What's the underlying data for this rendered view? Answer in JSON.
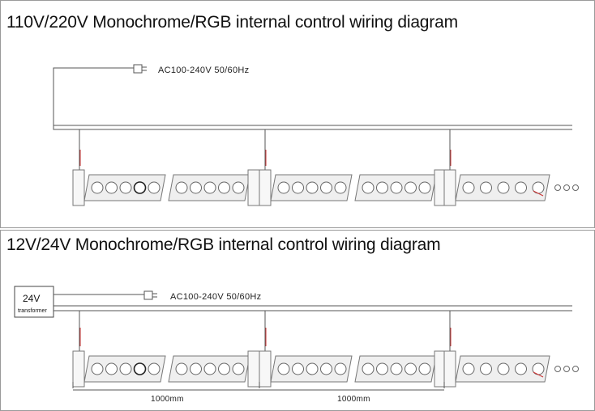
{
  "top_diagram": {
    "title": "110V/220V Monochrome/RGB internal control wiring diagram",
    "power_label": "AC100-240V 50/60Hz"
  },
  "bottom_diagram": {
    "title": "12V/24V Monochrome/RGB internal control wiring diagram",
    "power_label": "AC100-240V 50/60Hz",
    "transformer_label": "24V",
    "transformer_sublabel": "transformer",
    "spacing_label_1": "1000mm",
    "spacing_label_2": "1000mm"
  },
  "colors": {
    "wire": "#555555",
    "fixture_fill": "#efefef",
    "fixture_stroke": "#777777",
    "led_stroke": "#666666",
    "accent_red": "#cc3333"
  }
}
